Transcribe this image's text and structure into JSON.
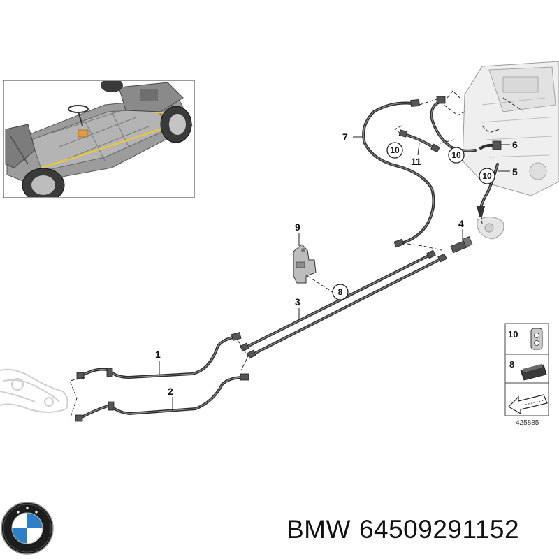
{
  "callouts": {
    "c1": "1",
    "c2": "2",
    "c3": "3",
    "c4": "4",
    "c5": "5",
    "c6": "6",
    "c7": "7",
    "c9": "9",
    "c11": "11"
  },
  "circled": {
    "c8": "8",
    "c10a": "10",
    "c10b": "10",
    "c10c": "10"
  },
  "legend": {
    "item_10": "10",
    "item_8": "8"
  },
  "drawing_number": "425885",
  "caption": {
    "brand": "BMW",
    "part_number": "64509291152"
  },
  "colors": {
    "hose": "#2e2e2e",
    "chassis": "#8c8c8c",
    "battery": "#a9a9a9",
    "wiring": "#e8c640",
    "ghost": "#cfcfcf"
  },
  "icons": {
    "logo": "bmw-roundel-icon",
    "arrow": "direction-arrow-icon"
  }
}
